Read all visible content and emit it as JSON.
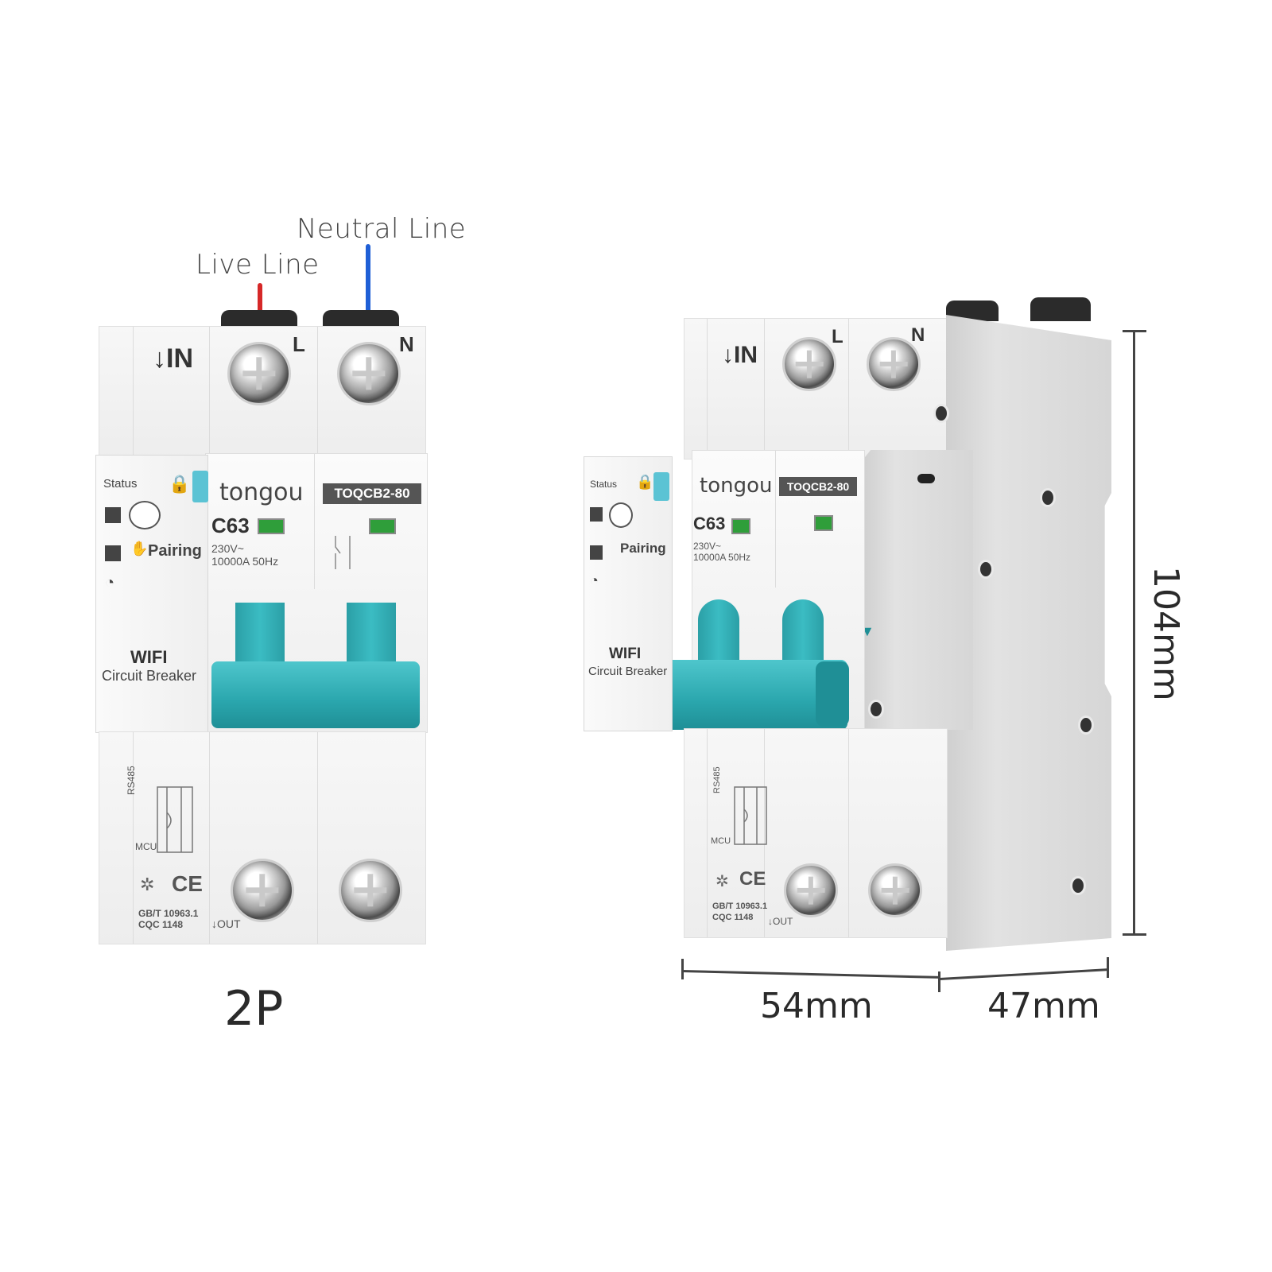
{
  "callouts": {
    "neutral": "Neutral Line",
    "live": "Live Line"
  },
  "colors": {
    "live_wire": "#d62828",
    "neutral_wire": "#1f5fd6",
    "toggle": "#35b5bd",
    "status_tab": "#5bc3d4",
    "model_badge": "#555555",
    "indicator": "#2f9e3a"
  },
  "captions": {
    "pole_type": "2P",
    "width": "54mm",
    "depth": "47mm",
    "height": "104mm"
  },
  "front": {
    "in_label": "↓IN",
    "l_label": "L",
    "n_label": "N",
    "brand": "tongou",
    "rating": "C63",
    "model": "TOQCB2-80",
    "specs_line1": "230V~",
    "specs_line2": "10000A  50Hz",
    "status": "Status",
    "pairing": "Pairing",
    "wifi": "WIFI",
    "breaker": "Circuit Breaker",
    "rs485": "RS485",
    "mcu": "MCU",
    "cert1": "GB/T 10963.1",
    "cert2": "CQC  1148",
    "ce": "CE",
    "out": "↓OUT"
  },
  "side": {
    "in_label": "↓IN",
    "l_label": "L",
    "n_label": "N",
    "brand": "tongou",
    "rating": "C63",
    "model": "TOQCB2-80",
    "specs_line1": "230V~",
    "specs_line2": "10000A  50Hz",
    "status": "Status",
    "pairing": "Pairing",
    "wifi": "WIFI",
    "breaker": "Circuit Breaker",
    "rs485": "RS485",
    "mcu": "MCU",
    "cert1": "GB/T 10963.1",
    "cert2": "CQC  1148",
    "ce": "CE",
    "out": "↓OUT"
  }
}
